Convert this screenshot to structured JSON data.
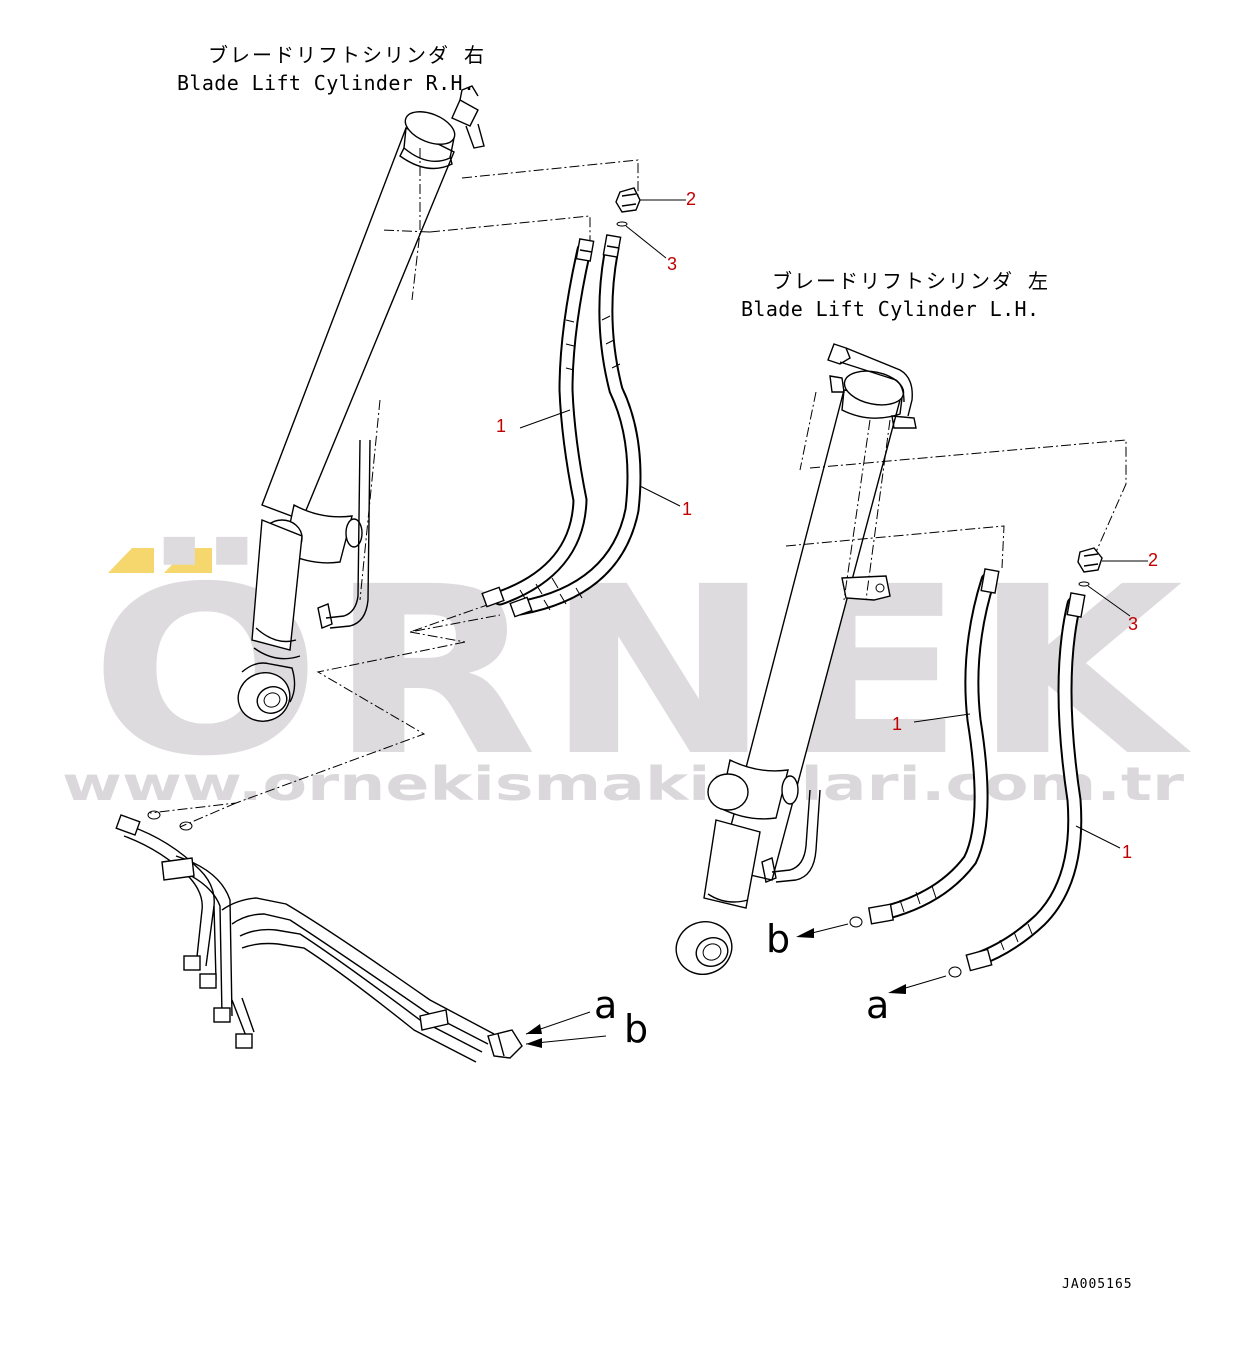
{
  "watermark": {
    "brand": "ÖRNEK",
    "url": "www.ornekismakinalari.com.tr",
    "accent_color": "#f5d76e",
    "text_color": "#dedbde"
  },
  "titles": {
    "rh_jp": "ブレードリフトシリンダ 右",
    "rh_en": "Blade Lift Cylinder R.H.",
    "lh_jp": "ブレードリフトシリンダ 左",
    "lh_en": "Blade Lift Cylinder L.H."
  },
  "callouts": {
    "rh_hose_a": "1",
    "rh_hose_b": "1",
    "rh_plug": "2",
    "rh_oring": "3",
    "lh_hose_a": "1",
    "lh_hose_b": "1",
    "lh_plug": "2",
    "lh_oring": "3"
  },
  "ports": {
    "pipe_a": "a",
    "pipe_b": "b",
    "lh_a": "a",
    "lh_b": "b"
  },
  "doc_id": "JA005165",
  "callout_color": "#c00000"
}
